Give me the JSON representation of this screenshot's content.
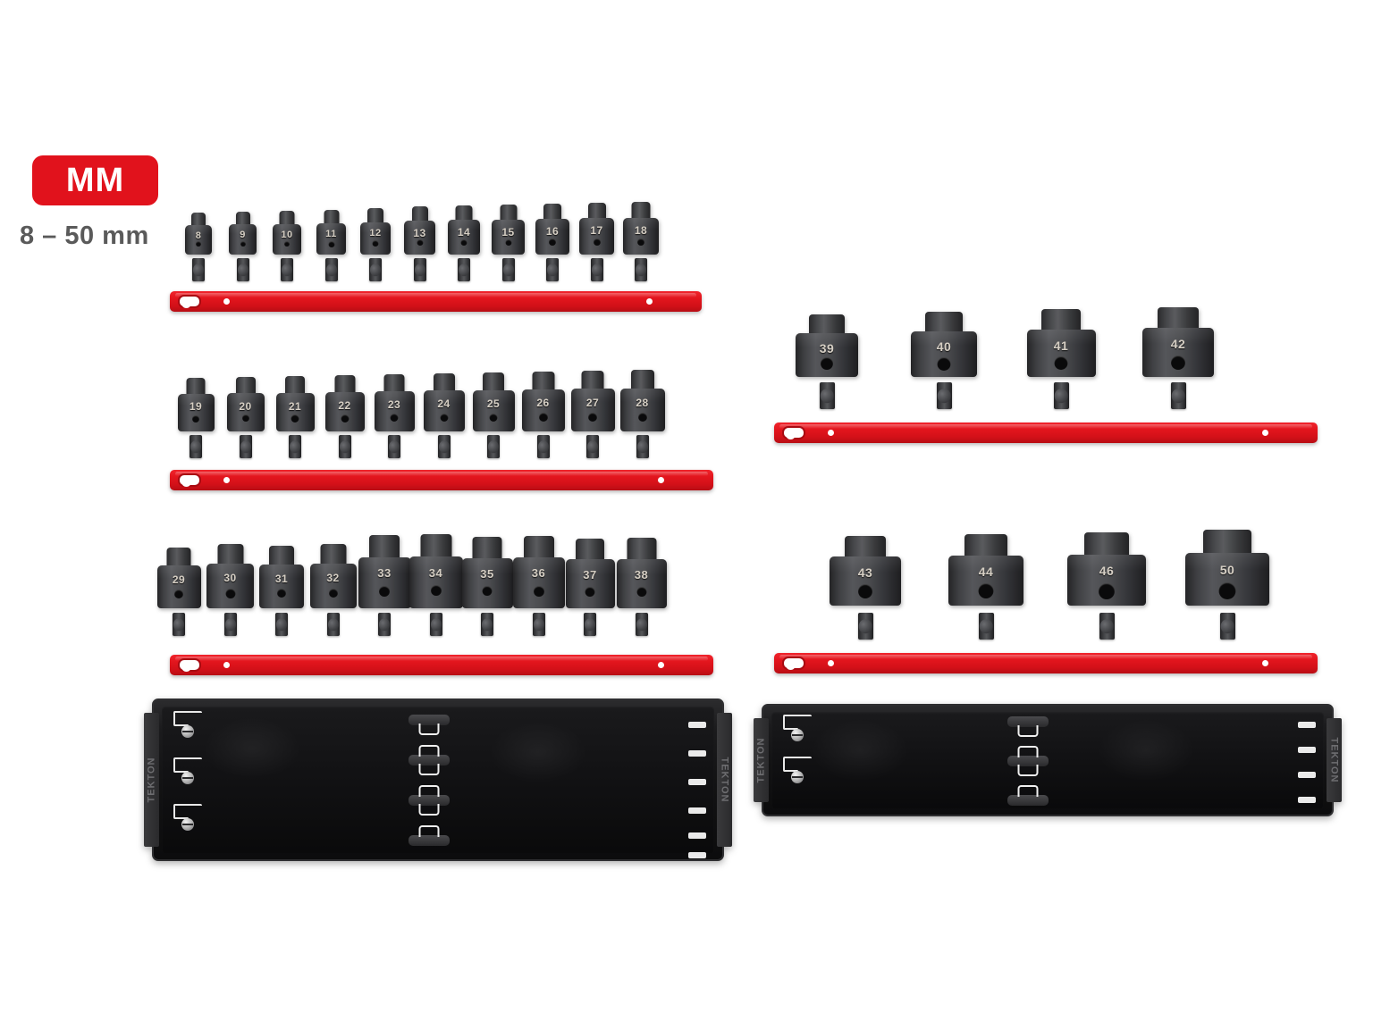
{
  "badge": {
    "label": "MM",
    "range": "8 – 50 mm",
    "color": "#e1121c"
  },
  "product": {
    "brand": "TEKTON",
    "colors": {
      "accent_red": "#e1121c",
      "rail_red": "#e2151d",
      "socket_dark": "#3a3b3e",
      "tray_black": "#121213",
      "background": "#ffffff"
    }
  },
  "groups": [
    {
      "id": "row-1",
      "side": "left",
      "sockets": [
        "8",
        "9",
        "10",
        "11",
        "12",
        "13",
        "14",
        "15",
        "16",
        "17",
        "18"
      ],
      "rail": {
        "holes": 2,
        "keyhole": true
      }
    },
    {
      "id": "row-2",
      "side": "left",
      "sockets": [
        "19",
        "20",
        "21",
        "22",
        "23",
        "24",
        "25",
        "26",
        "27",
        "28"
      ],
      "rail": {
        "holes": 2,
        "keyhole": true
      }
    },
    {
      "id": "row-3",
      "side": "left",
      "sockets": [
        "29",
        "30",
        "31",
        "32",
        "33",
        "34",
        "35",
        "36",
        "37",
        "38"
      ],
      "rail": {
        "holes": 2,
        "keyhole": true
      }
    },
    {
      "id": "row-4",
      "side": "right",
      "sockets": [
        "39",
        "40",
        "41",
        "42"
      ],
      "rail": {
        "holes": 2,
        "keyhole": true
      }
    },
    {
      "id": "row-5",
      "side": "right",
      "sockets": [
        "43",
        "44",
        "46",
        "50"
      ],
      "rail": {
        "holes": 2,
        "keyhole": true
      }
    }
  ],
  "trays": [
    {
      "id": "tray-left",
      "brand_left": "TEKTON",
      "brand_right": "TEKTON",
      "mounts": 3,
      "rail_clips": 4,
      "slots": 6
    },
    {
      "id": "tray-right",
      "brand_left": "TEKTON",
      "brand_right": "TEKTON",
      "mounts": 2,
      "rail_clips": 3,
      "slots": 4
    }
  ]
}
